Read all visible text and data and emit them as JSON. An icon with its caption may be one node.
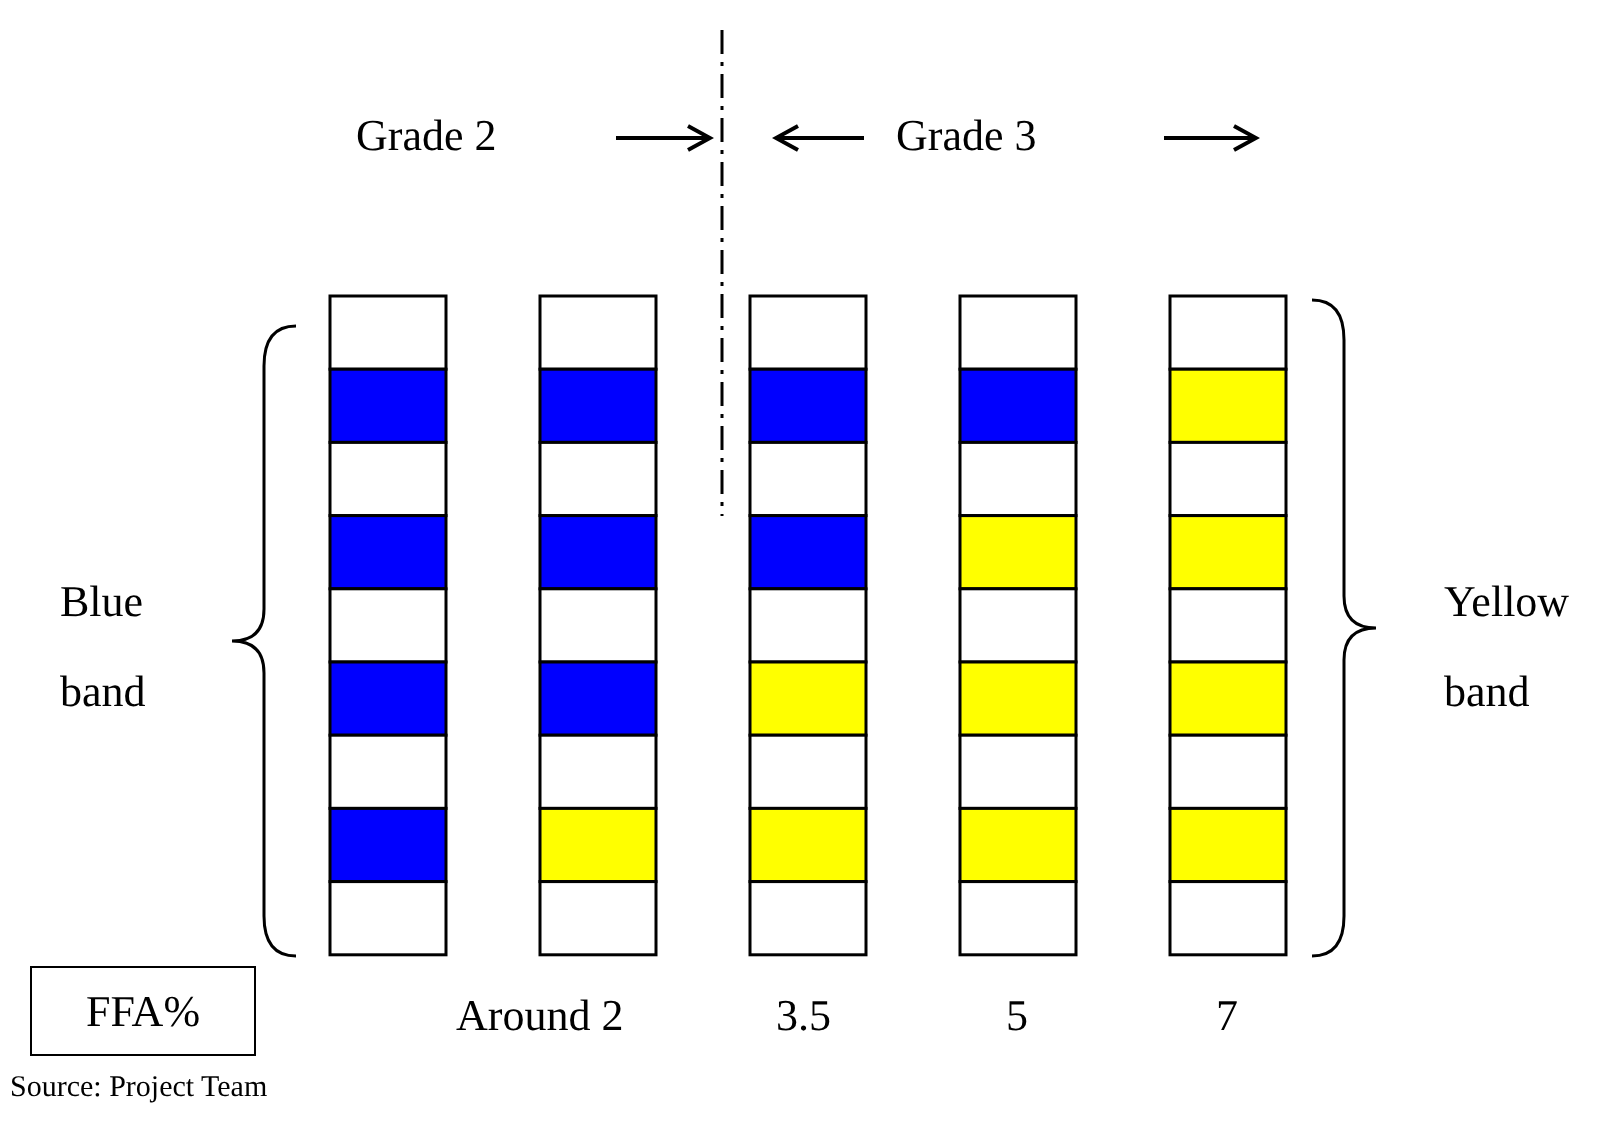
{
  "diagram": {
    "caption": "Source: Project Team",
    "nodes": [
      {
        "text": [
          "FFA%"
        ]
      }
    ],
    "labels": [
      "Grade 2",
      "Grade 3",
      "Blue band",
      "Yellow band",
      "Around 2",
      "3.5",
      "5",
      "7"
    ]
  }
}
